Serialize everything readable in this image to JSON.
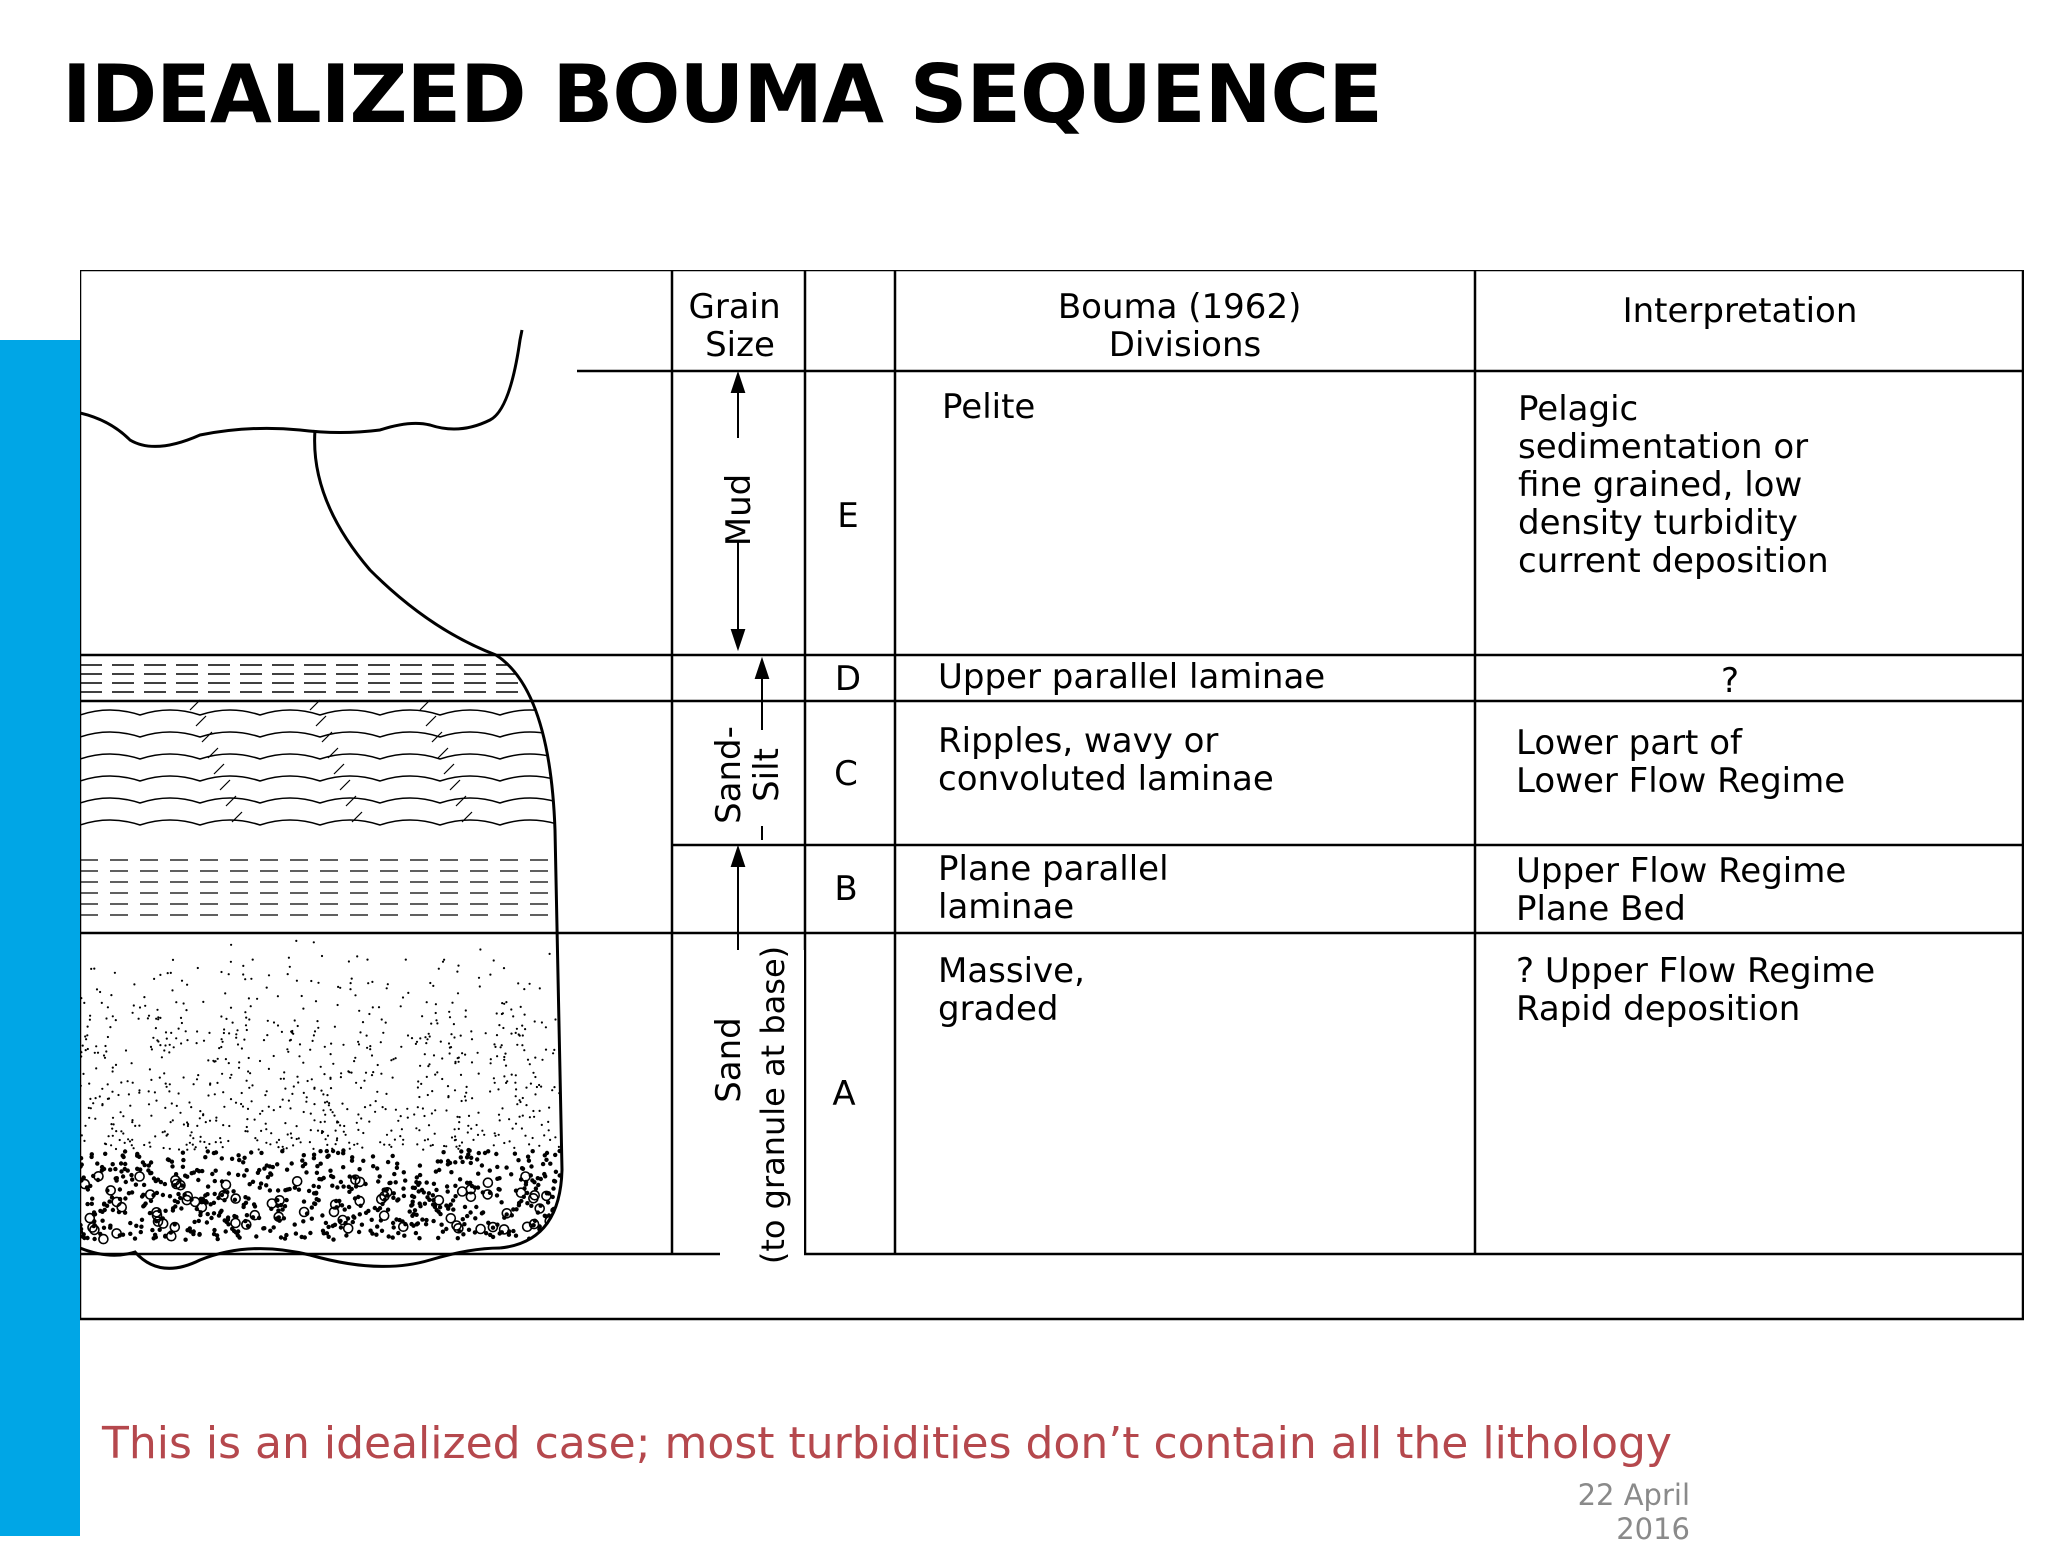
{
  "slide": {
    "title": "IDEALIZED BOUMA SEQUENCE",
    "caption": "This is an idealized case; most turbidities don’t contain all the lithology",
    "date": "22 April 2016",
    "accent_color": "#00a6e6",
    "caption_color": "#b5484d"
  },
  "diagram": {
    "headers": {
      "grain_size": [
        "Grain",
        "Size"
      ],
      "divisions": [
        "Bouma (1962)",
        "Divisions"
      ],
      "interpretation": "Interpretation"
    },
    "grain_size_labels": {
      "mud": "Mud",
      "sand_silt": [
        "Sand-",
        "Silt"
      ],
      "sand": [
        "Sand",
        "(to granule at base)"
      ]
    },
    "rows": [
      {
        "letter": "E",
        "division": [
          "Pelite"
        ],
        "interpretation": [
          "Pelagic",
          "sedimentation or",
          "fine grained, low",
          "density turbidity",
          "current deposition"
        ]
      },
      {
        "letter": "D",
        "division": [
          "Upper parallel laminae"
        ],
        "interpretation": [
          "?"
        ]
      },
      {
        "letter": "C",
        "division": [
          "Ripples, wavy or",
          "convoluted laminae"
        ],
        "interpretation": [
          "Lower part of",
          "Lower Flow Regime"
        ]
      },
      {
        "letter": "B",
        "division": [
          "Plane parallel",
          "laminae"
        ],
        "interpretation": [
          "Upper Flow Regime",
          "Plane Bed"
        ]
      },
      {
        "letter": "A",
        "division": [
          "Massive,",
          "graded"
        ],
        "interpretation": [
          "? Upper Flow Regime",
          "Rapid deposition"
        ]
      }
    ],
    "icons": {
      "column_sketch": "stratigraphic-column-sketch-icon",
      "arrows": "double-headed-arrow-icon"
    }
  }
}
